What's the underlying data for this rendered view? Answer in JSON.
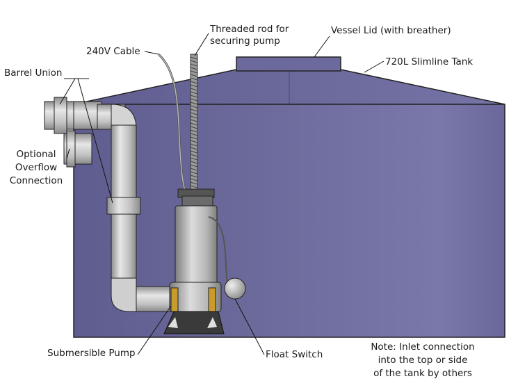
{
  "labels": {
    "barrel_union": "Barrel Union",
    "cable": "240V Cable",
    "threaded_rod_line1": "Threaded rod for",
    "threaded_rod_line2": "securing pump",
    "vessel_lid": "Vessel Lid (with breather)",
    "tank": "720L Slimline Tank",
    "overflow_line1": "Optional",
    "overflow_line2": "Overflow",
    "overflow_line3": "Connection",
    "pump": "Submersible Pump",
    "float_switch": "Float Switch",
    "note_line1": "Note: Inlet connection",
    "note_line2": "into the top or side",
    "note_line3": "of the tank by others"
  },
  "colors": {
    "tank_fill": "#6e6c9e",
    "pipe": "#c9c9c9",
    "coupling_band": "#c89b2a",
    "outline": "#222222"
  }
}
